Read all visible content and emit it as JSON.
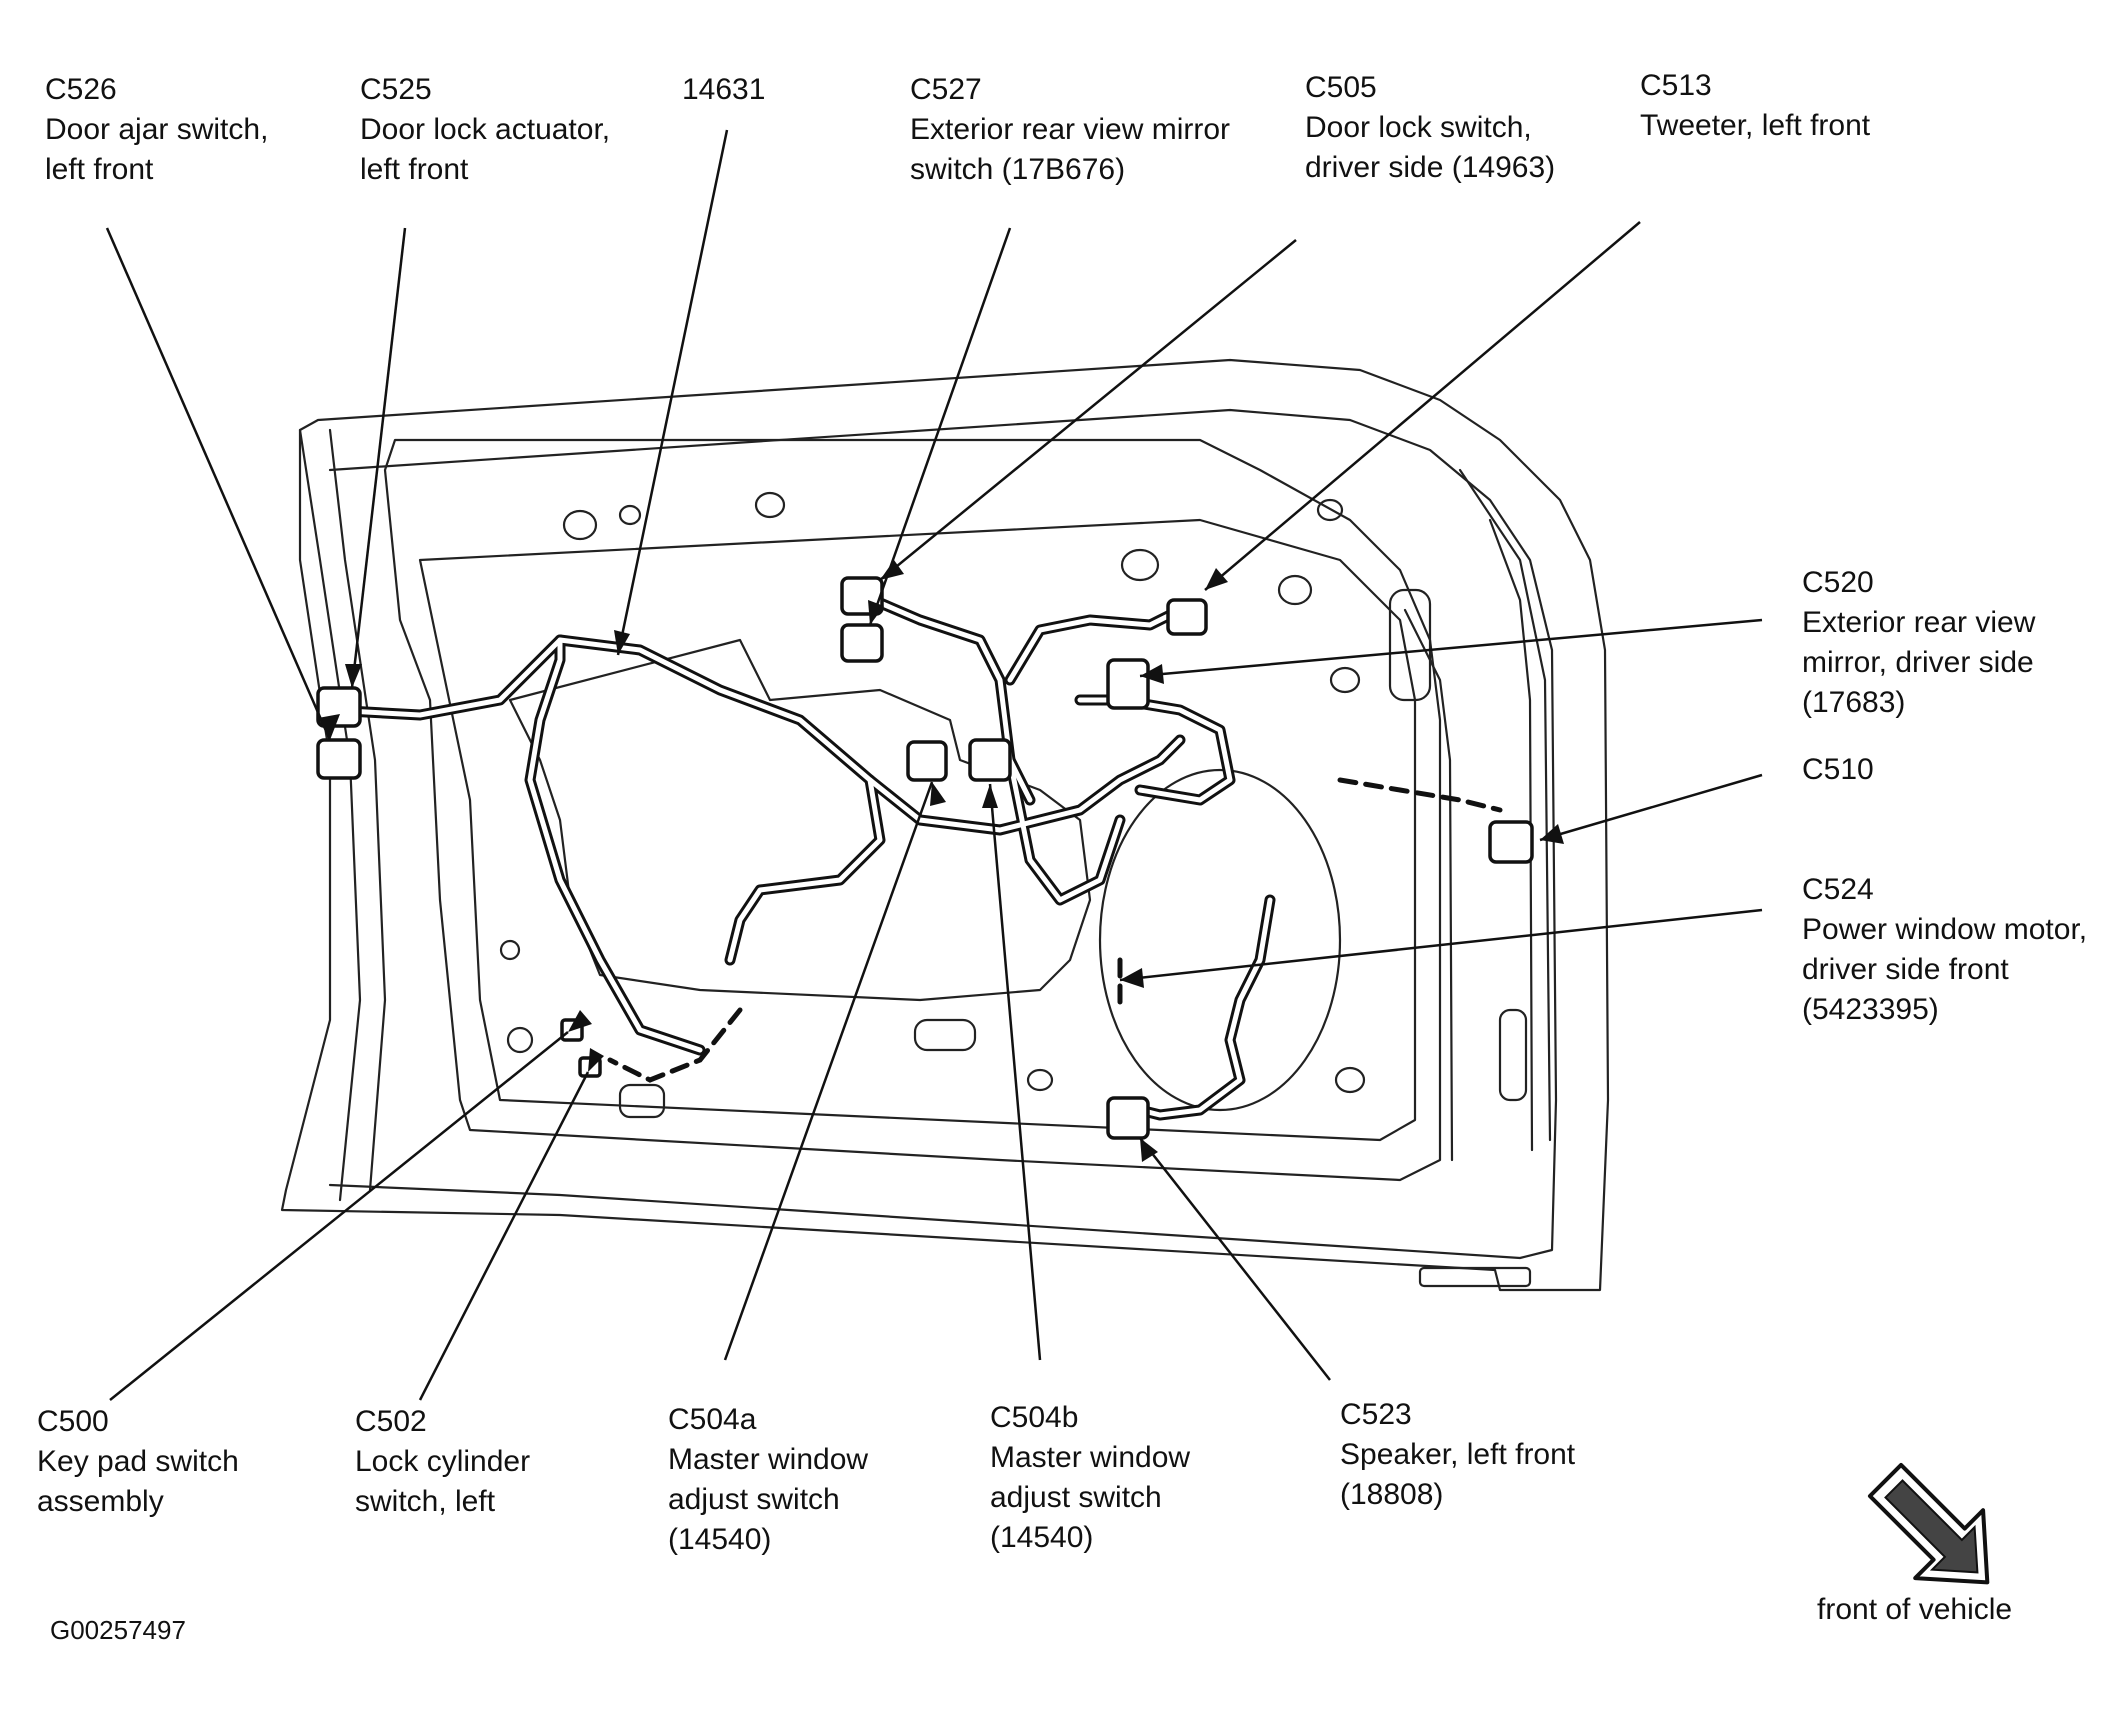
{
  "figure_id": "G00257497",
  "orientation_label": "front of vehicle",
  "callouts": [
    {
      "id": "c526",
      "code": "C526",
      "desc": [
        "Door ajar switch,",
        "left front"
      ]
    },
    {
      "id": "c525",
      "code": "C525",
      "desc": [
        "Door lock actuator,",
        "left front"
      ]
    },
    {
      "id": "p14631",
      "code": "14631",
      "desc": []
    },
    {
      "id": "c527",
      "code": "C527",
      "desc": [
        "Exterior rear view mirror",
        "switch (17B676)"
      ]
    },
    {
      "id": "c505",
      "code": "C505",
      "desc": [
        "Door lock switch,",
        "driver side (14963)"
      ]
    },
    {
      "id": "c513",
      "code": "C513",
      "desc": [
        "Tweeter, left front"
      ]
    },
    {
      "id": "c520",
      "code": "C520",
      "desc": [
        "Exterior rear view",
        "mirror, driver side",
        "(17683)"
      ]
    },
    {
      "id": "c510",
      "code": "C510",
      "desc": []
    },
    {
      "id": "c524",
      "code": "C524",
      "desc": [
        "Power window motor,",
        "driver side front",
        "(5423395)"
      ]
    },
    {
      "id": "c500",
      "code": "C500",
      "desc": [
        "Key pad switch",
        "assembly"
      ]
    },
    {
      "id": "c502",
      "code": "C502",
      "desc": [
        "Lock cylinder",
        "switch, left"
      ]
    },
    {
      "id": "c504a",
      "code": "C504a",
      "desc": [
        "Master window",
        "adjust switch",
        "(14540)"
      ]
    },
    {
      "id": "c504b",
      "code": "C504b",
      "desc": [
        "Master window",
        "adjust switch",
        "(14540)"
      ]
    },
    {
      "id": "c523",
      "code": "C523",
      "desc": [
        "Speaker, left front",
        "(18808)"
      ]
    }
  ]
}
